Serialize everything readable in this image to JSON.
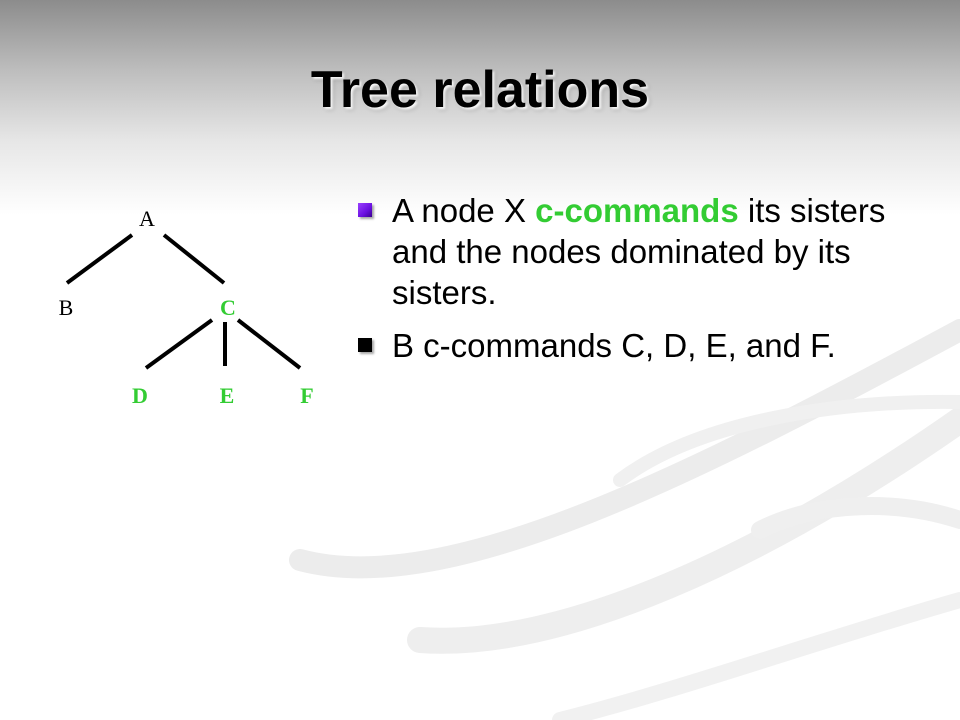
{
  "slide": {
    "title": "Tree relations",
    "colors": {
      "green": "#33cc33",
      "bullet_purple": "#7a22ee",
      "text": "#000000"
    }
  },
  "tree": {
    "nodes": {
      "A": "A",
      "B": "B",
      "C": "C",
      "D": "D",
      "E": "E",
      "F": "F"
    }
  },
  "bullets": [
    {
      "prefix": "A node X ",
      "highlight": "c-commands",
      "suffix": " its sisters and the nodes dominated by its sisters."
    },
    {
      "text": "B c-commands C, D, E, and F."
    }
  ]
}
